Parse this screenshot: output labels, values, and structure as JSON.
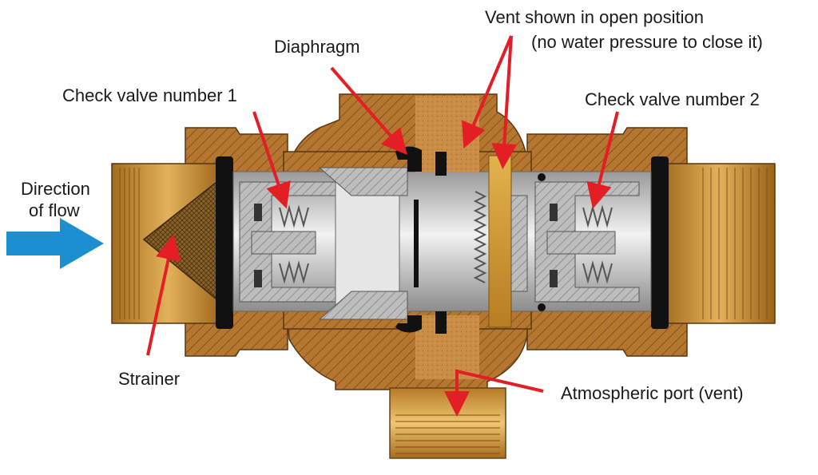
{
  "labels": {
    "direction_line1": "Direction",
    "direction_line2": "of flow",
    "check_valve_1": "Check valve number 1",
    "diaphragm": "Diaphragm",
    "vent_line1": "Vent shown in open position",
    "vent_line2": "(no water pressure to close it)",
    "check_valve_2": "Check valve number 2",
    "strainer": "Strainer",
    "atmospheric_port": "Atmospheric port (vent)"
  },
  "colors": {
    "arrow": "#e31e24",
    "flow_arrow": "#1b8fd0",
    "brass_body": "#b5762f",
    "brass_hatch": "#7a4a1c",
    "cavity": "#c98d45",
    "internal_grey": "#c9c9c9",
    "gasket": "#111111",
    "fitting_gold": "#c8932e"
  }
}
